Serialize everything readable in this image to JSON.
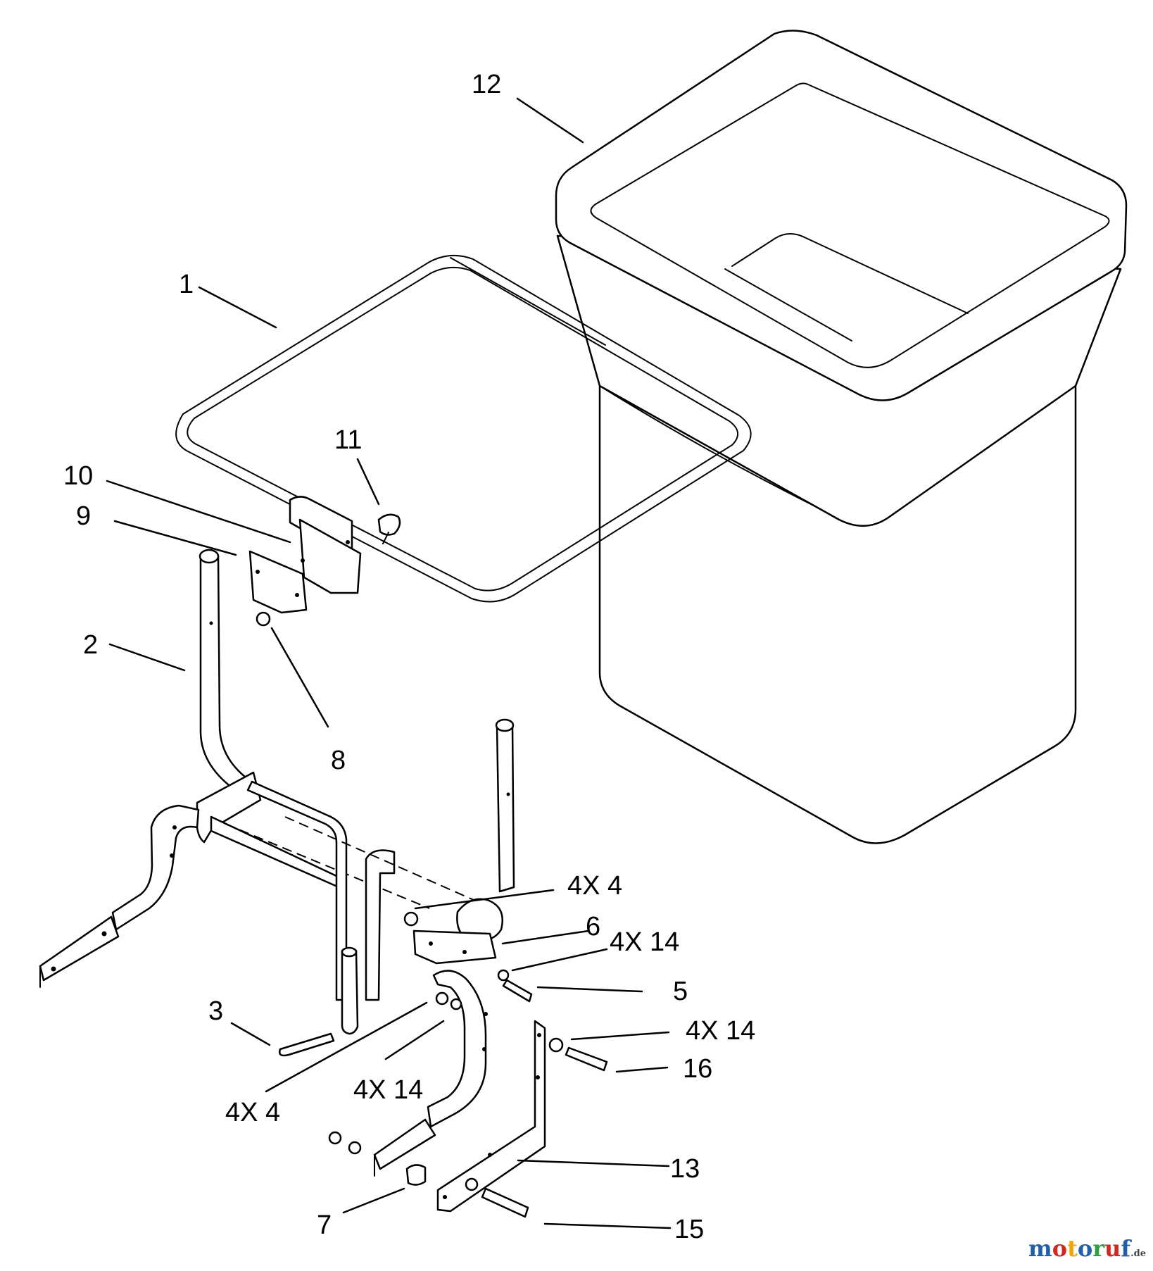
{
  "callouts": {
    "c1": "1",
    "c2": "2",
    "c3": "3",
    "c4a": "4X 4",
    "c4b": "4X 4",
    "c5": "5",
    "c6": "6",
    "c7": "7",
    "c8": "8",
    "c9": "9",
    "c10": "10",
    "c11": "11",
    "c12": "12",
    "c13": "13",
    "c14a": "4X 14",
    "c14b": "4X 14",
    "c14c": "4X 14",
    "c15": "15",
    "c16": "16"
  },
  "watermark": {
    "letters": [
      "m",
      "o",
      "t",
      "o",
      "r",
      "u",
      "f"
    ],
    "colors": [
      "#1f5fae",
      "#d7261e",
      "#f0a500",
      "#1f5fae",
      "#2e9e3e",
      "#d7261e",
      "#1f5fae"
    ],
    "suffix": ".de"
  }
}
